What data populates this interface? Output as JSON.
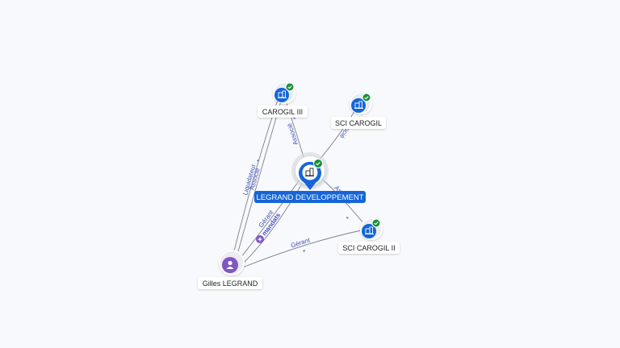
{
  "nodes": {
    "main": {
      "label": "LEGRAND DEVELOPPEMENT",
      "icon": "company-icon",
      "verified": true
    },
    "carogil_iii": {
      "label": "CAROGIL III",
      "icon": "company-icon",
      "verified": true
    },
    "sci_carogil": {
      "label": "SCI CAROGIL",
      "icon": "company-icon",
      "verified": true
    },
    "sci_carogil_ii": {
      "label": "SCI CAROGIL II",
      "icon": "company-icon",
      "verified": true
    },
    "person": {
      "label": "Gilles LEGRAND",
      "icon": "person-icon"
    }
  },
  "edges": {
    "main_carogil_iii": "Associé",
    "main_sci_carogil": "Associé",
    "main_sci_carogil_ii": "Associé",
    "person_carogil_iii_a": "Liquidateur",
    "person_carogil_iii_b": "Associé",
    "person_main_a": "Gérant",
    "person_main_b": "2 mandats",
    "person_sci_carogil_ii": "Gérant"
  },
  "colors": {
    "company_blue": "#1565d8",
    "verified_green": "#1a8f3c",
    "person_purple": "#7e57c2",
    "edge_gray": "#7a7f8c",
    "edge_label": "#3f51b5"
  }
}
